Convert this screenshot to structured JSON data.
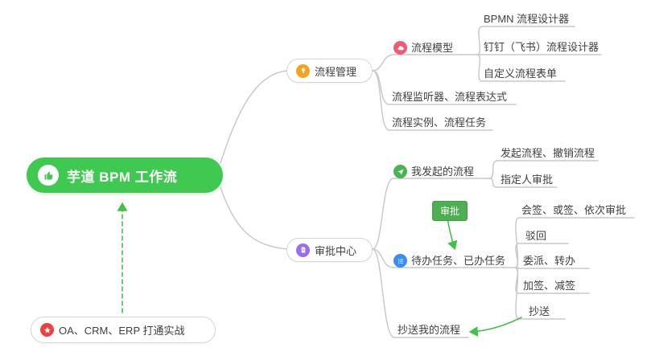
{
  "map": {
    "root": {
      "label": "芋道 BPM 工作流"
    },
    "process": {
      "label": "流程管理",
      "model": {
        "label": "流程模型",
        "bpmn": {
          "label": "BPMN 流程设计器"
        },
        "dingtalk": {
          "label": "钉钉（飞书）流程设计器"
        },
        "custom_form": {
          "label": "自定义流程表单"
        }
      },
      "listener": {
        "label": "流程监听器、流程表达式"
      },
      "instance": {
        "label": "流程实例、流程任务"
      }
    },
    "approval": {
      "label": "审批中心",
      "my_initiated": {
        "label": "我发起的流程",
        "initiate": {
          "label": "发起流程、撤销流程"
        },
        "assignee": {
          "label": "指定人审批"
        }
      },
      "tasks": {
        "label": "待办任务、已办任务",
        "countersign": {
          "label": "会签、或签、依次审批"
        },
        "reject": {
          "label": "驳回"
        },
        "delegate": {
          "label": "委派、转办"
        },
        "add_sign": {
          "label": "加签、减签"
        },
        "cc": {
          "label": "抄送"
        }
      },
      "cc_my": {
        "label": "抄送我的流程"
      }
    },
    "practice": {
      "label": "OA、CRM、ERP 打通实战"
    },
    "relations": {
      "approval_badge": "审批"
    }
  },
  "colors": {
    "root_bg": "#3fc951",
    "process_icon": "#f7a21b",
    "model_icon": "#ef5b77",
    "approval_icon": "#9a6cf0",
    "my_initiated_icon": "#49b454",
    "tasks_icon": "#3a8ef0",
    "practice_icon": "#ec4141",
    "arrow_green": "#43c146",
    "connector_gray": "#c9c9c9"
  }
}
